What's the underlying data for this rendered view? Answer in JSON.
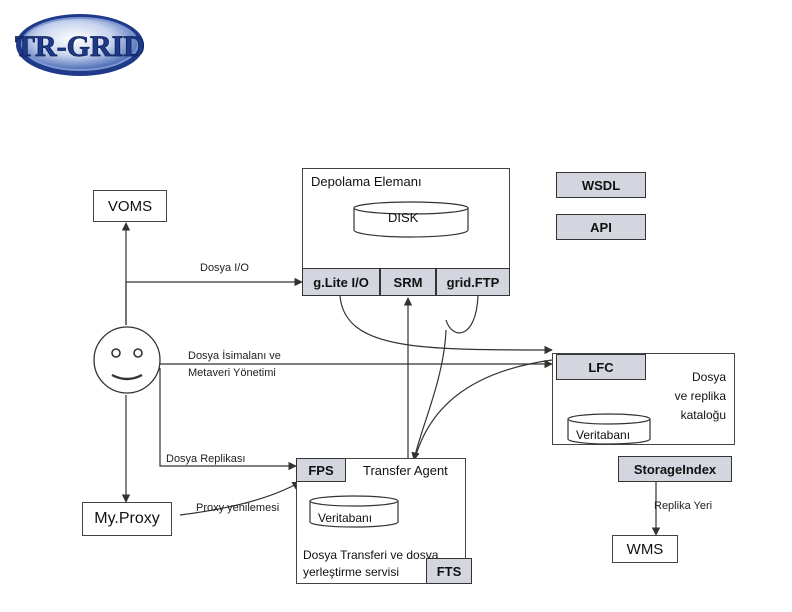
{
  "logo": {
    "text": "TR-GRID"
  },
  "nodes": {
    "voms": "VOMS",
    "myproxy": "My.Proxy",
    "wms": "WMS",
    "storage_element_title": "Depolama Elemanı",
    "disk": "DISK",
    "glite_io": "g.Lite I/O",
    "srm": "SRM",
    "gridftp": "grid.FTP",
    "wsdl": "WSDL",
    "api": "API",
    "lfc": "LFC",
    "catalog_title_lines": [
      "Dosya",
      "ve replika",
      "kataloğu"
    ],
    "catalog_db": "Veritabanı",
    "storage_index": "StorageIndex",
    "fps": "FPS",
    "transfer_agent": "Transfer Agent",
    "fts_db": "Veritabanı",
    "fts_title_line1": "Dosya Transferi ve dosya",
    "fts_title_line2": "yerleştirme servisi",
    "fts": "FTS"
  },
  "edge_labels": {
    "file_io": "Dosya I/O",
    "naming_line1": "Dosya İsimalanı ve",
    "naming_line2": "Metaveri Yönetimi",
    "replication": "Dosya Replikası",
    "proxy_renewal": "Proxy yenilemesi",
    "replica_location": "Replika Yeri"
  },
  "colors": {
    "gray_box": "#d3d6df",
    "logo_blue": "#1f3a8a",
    "logo_ring": "#5d7fc4"
  }
}
